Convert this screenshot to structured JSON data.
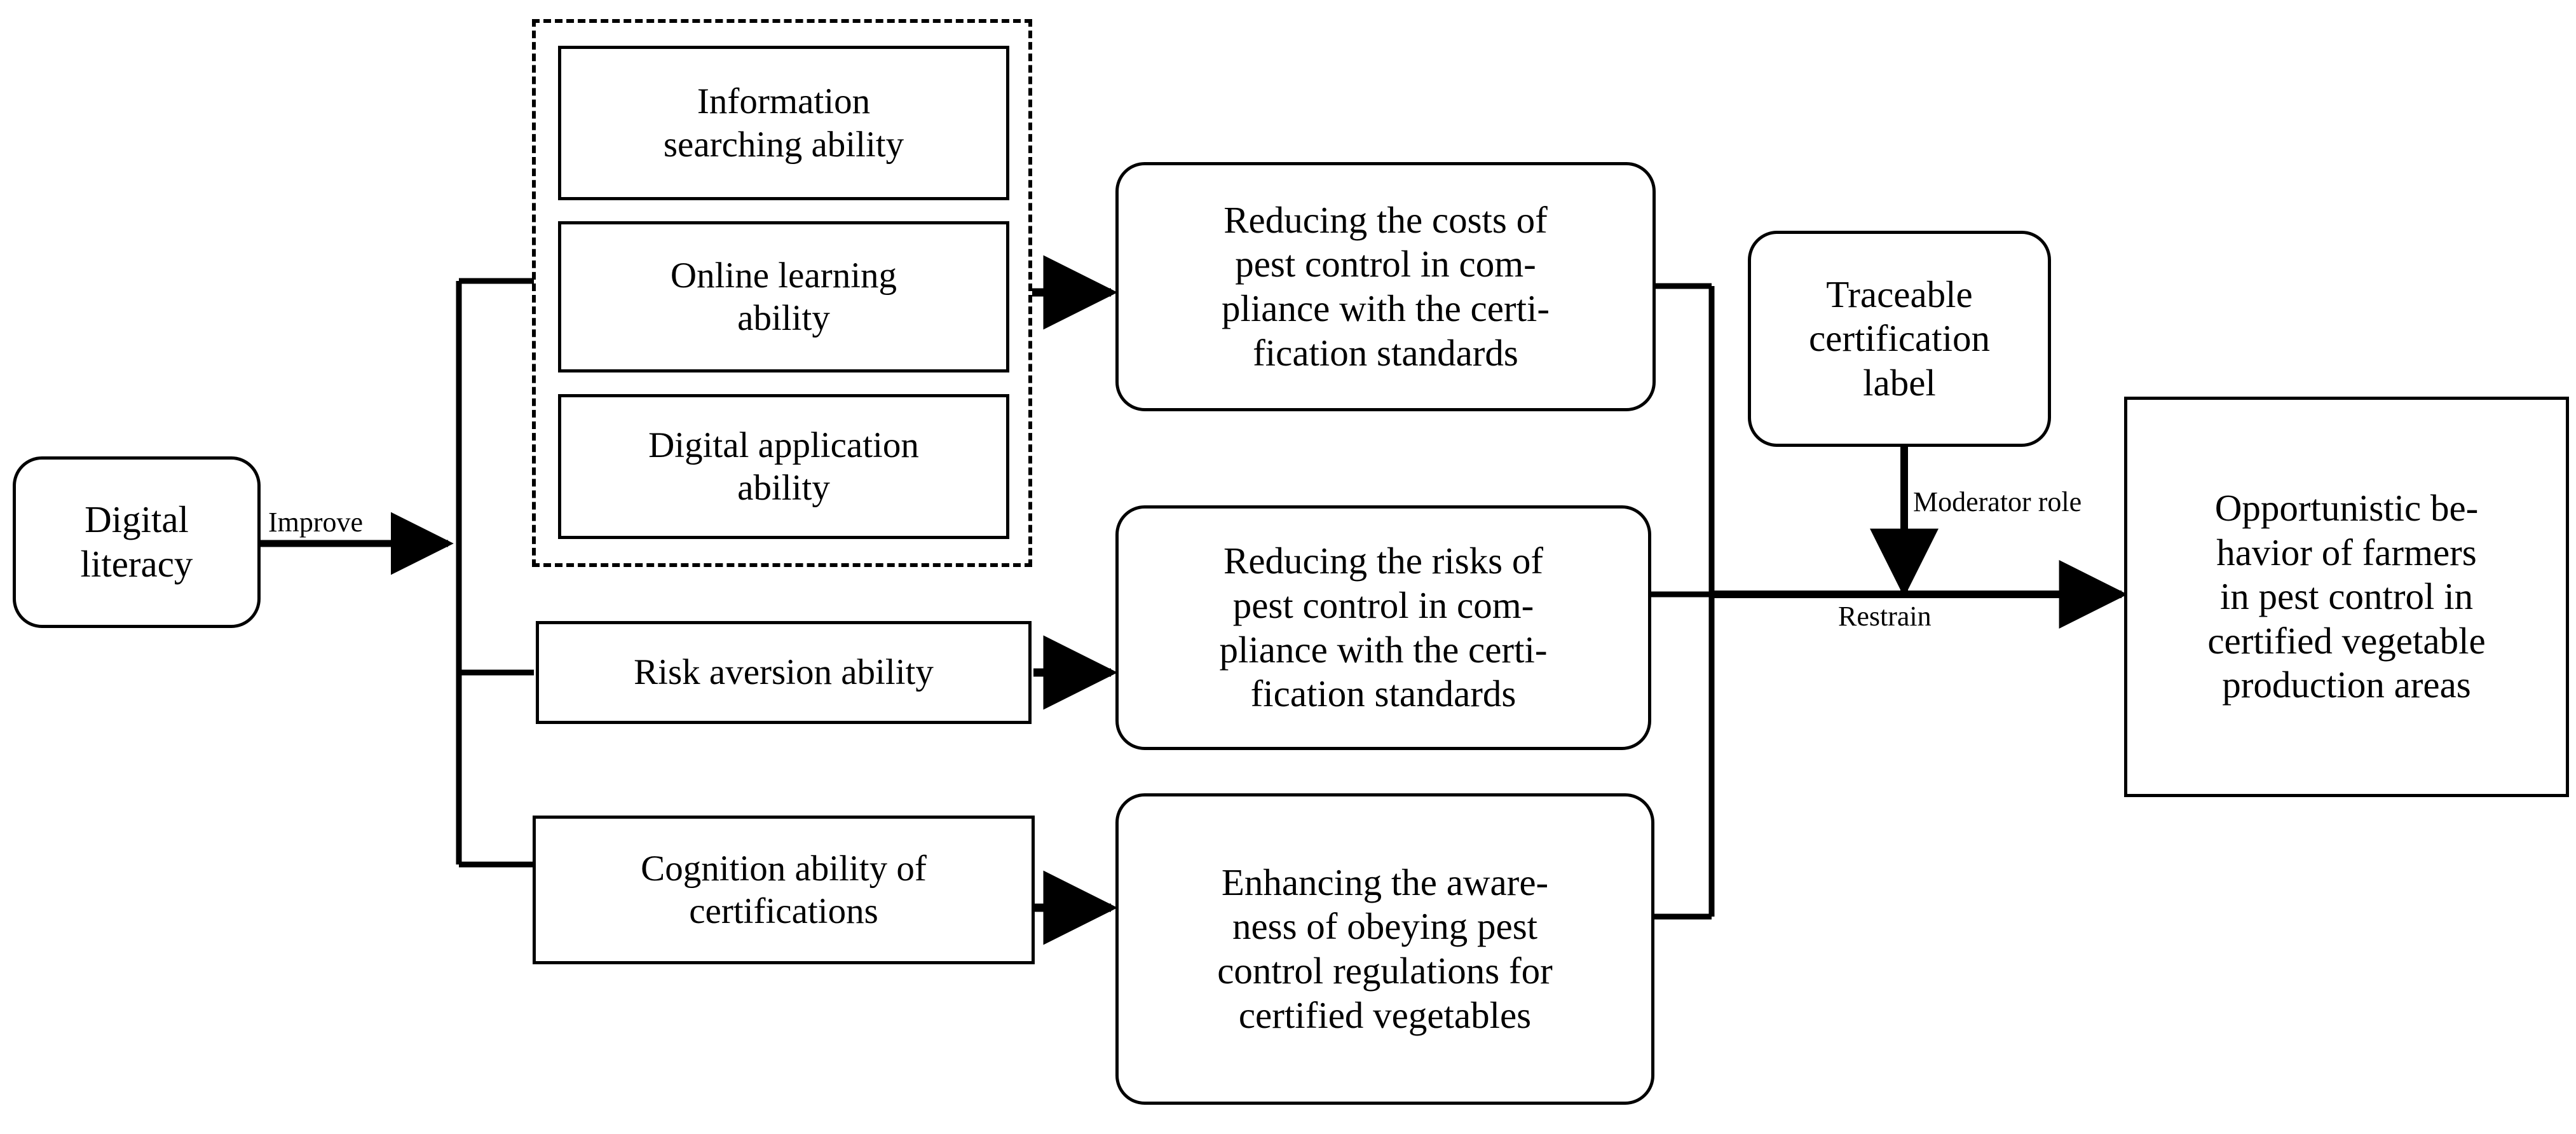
{
  "diagram": {
    "title_text": "",
    "stroke_color": "#000000",
    "background_color": "#ffffff",
    "nodes": {
      "digital_literacy": "Digital\nliteracy",
      "information_searching": "Information\nsearching ability",
      "online_learning": "Online learning\nability",
      "digital_application": "Digital application\nability",
      "risk_aversion": "Risk aversion ability",
      "cognition_certifications": "Cognition ability of\ncertifications",
      "reducing_costs": "Reducing the costs of\npest control in com-\npliance with the certi-\nfication standards",
      "reducing_risks": "Reducing the risks of\npest control in com-\npliance with the certi-\nfication standards",
      "enhancing_awareness": "Enhancing the aware-\nness of obeying pest\ncontrol regulations for\ncertified vegetables",
      "traceable_label": "Traceable\ncertification\nlabel",
      "opportunistic_behavior": "Opportunistic be-\nhavior of farmers\nin pest control in\ncertified vegetable\nproduction areas"
    },
    "edge_labels": {
      "improve": "Improve",
      "moderator_role": "Moderator role",
      "restrain": "Restrain"
    }
  }
}
